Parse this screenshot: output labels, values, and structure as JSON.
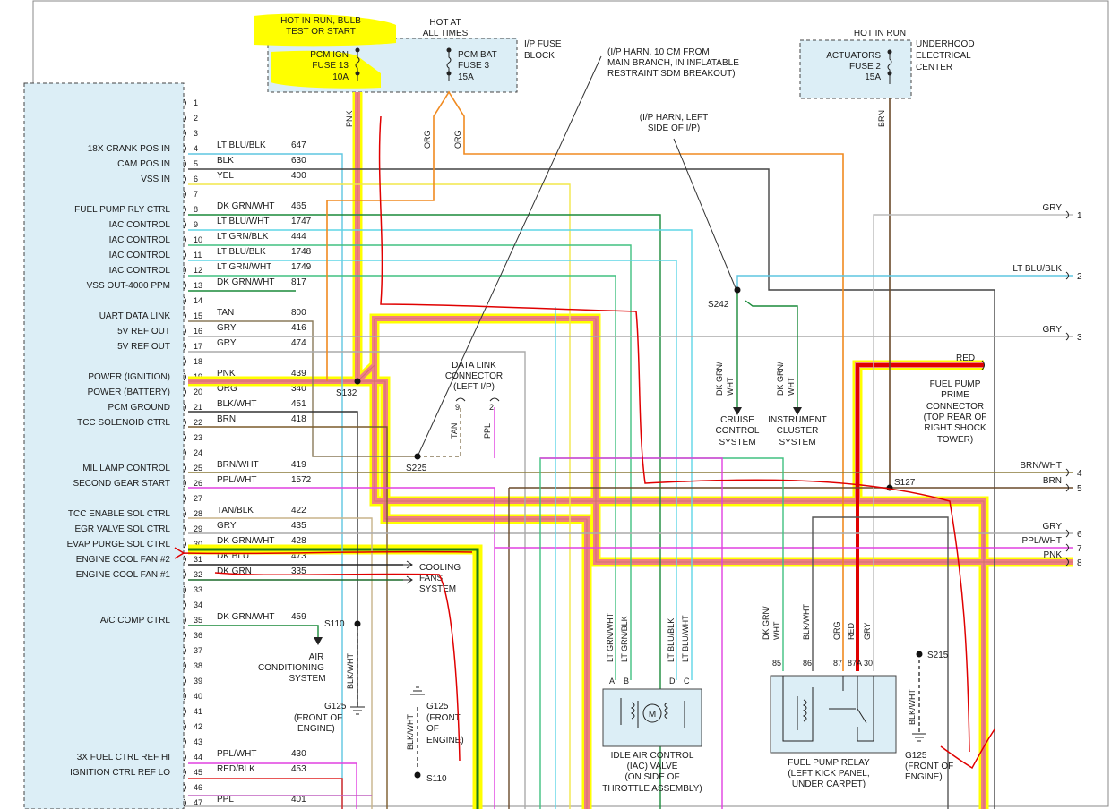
{
  "fuses": {
    "hot_run_bulb": [
      "HOT IN RUN, BULB",
      "TEST OR START"
    ],
    "hot_all": [
      "HOT AT",
      "ALL TIMES"
    ],
    "pcm_ign": [
      "PCM IGN",
      "FUSE 13",
      "10A"
    ],
    "pcm_bat": [
      "PCM BAT",
      "FUSE 3",
      "15A"
    ],
    "ip_block": [
      "I/P FUSE",
      "BLOCK"
    ],
    "hot_run": "HOT IN RUN",
    "actuators": [
      "ACTUATORS",
      "FUSE 2",
      "15A"
    ],
    "underhood": [
      "UNDERHOOD",
      "ELECTRICAL",
      "CENTER"
    ]
  },
  "ip_harness_note": [
    "(I/P HARN, 10 CM FROM",
    "MAIN BRANCH, IN INFLATABLE",
    "RESTRAINT SDM BREAKOUT)"
  ],
  "ip_harness_left": [
    "(I/P HARN, LEFT",
    "SIDE OF I/P)"
  ],
  "pcm_pins": [
    {
      "n": "1",
      "color": "",
      "circuit": "",
      "func": ""
    },
    {
      "n": "2",
      "color": "",
      "circuit": "",
      "func": ""
    },
    {
      "n": "3",
      "color": "",
      "circuit": "",
      "func": ""
    },
    {
      "n": "4",
      "color": "LT BLU/BLK",
      "circuit": "647",
      "func": "18X CRANK POS IN"
    },
    {
      "n": "5",
      "color": "BLK",
      "circuit": "630",
      "func": "CAM POS IN"
    },
    {
      "n": "6",
      "color": "YEL",
      "circuit": "400",
      "func": "VSS IN"
    },
    {
      "n": "7",
      "color": "",
      "circuit": "",
      "func": ""
    },
    {
      "n": "8",
      "color": "DK GRN/WHT",
      "circuit": "465",
      "func": "FUEL PUMP RLY CTRL"
    },
    {
      "n": "9",
      "color": "LT BLU/WHT",
      "circuit": "1747",
      "func": "IAC CONTROL"
    },
    {
      "n": "10",
      "color": "LT GRN/BLK",
      "circuit": "444",
      "func": "IAC CONTROL"
    },
    {
      "n": "11",
      "color": "LT BLU/BLK",
      "circuit": "1748",
      "func": "IAC CONTROL"
    },
    {
      "n": "12",
      "color": "LT GRN/WHT",
      "circuit": "1749",
      "func": "IAC CONTROL"
    },
    {
      "n": "13",
      "color": "DK GRN/WHT",
      "circuit": "817",
      "func": "VSS OUT-4000 PPM"
    },
    {
      "n": "14",
      "color": "",
      "circuit": "",
      "func": ""
    },
    {
      "n": "15",
      "color": "TAN",
      "circuit": "800",
      "func": "UART DATA LINK"
    },
    {
      "n": "16",
      "color": "GRY",
      "circuit": "416",
      "func": "5V REF OUT"
    },
    {
      "n": "17",
      "color": "GRY",
      "circuit": "474",
      "func": "5V REF OUT"
    },
    {
      "n": "18",
      "color": "",
      "circuit": "",
      "func": ""
    },
    {
      "n": "19",
      "color": "PNK",
      "circuit": "439",
      "func": "POWER (IGNITION)"
    },
    {
      "n": "20",
      "color": "ORG",
      "circuit": "340",
      "func": "POWER (BATTERY)"
    },
    {
      "n": "21",
      "color": "BLK/WHT",
      "circuit": "451",
      "func": "PCM GROUND"
    },
    {
      "n": "22",
      "color": "BRN",
      "circuit": "418",
      "func": "TCC SOLENOID CTRL"
    },
    {
      "n": "23",
      "color": "",
      "circuit": "",
      "func": ""
    },
    {
      "n": "24",
      "color": "",
      "circuit": "",
      "func": ""
    },
    {
      "n": "25",
      "color": "BRN/WHT",
      "circuit": "419",
      "func": "MIL LAMP CONTROL"
    },
    {
      "n": "26",
      "color": "PPL/WHT",
      "circuit": "1572",
      "func": "SECOND GEAR START"
    },
    {
      "n": "27",
      "color": "",
      "circuit": "",
      "func": ""
    },
    {
      "n": "28",
      "color": "TAN/BLK",
      "circuit": "422",
      "func": "TCC ENABLE SOL CTRL"
    },
    {
      "n": "29",
      "color": "GRY",
      "circuit": "435",
      "func": "EGR VALVE SOL CTRL"
    },
    {
      "n": "30",
      "color": "DK GRN/WHT",
      "circuit": "428",
      "func": "EVAP PURGE SOL CTRL"
    },
    {
      "n": "31",
      "color": "DK BLU",
      "circuit": "473",
      "func": "ENGINE COOL FAN #2"
    },
    {
      "n": "32",
      "color": "DK GRN",
      "circuit": "335",
      "func": "ENGINE COOL FAN #1"
    },
    {
      "n": "33",
      "color": "",
      "circuit": "",
      "func": ""
    },
    {
      "n": "34",
      "color": "",
      "circuit": "",
      "func": ""
    },
    {
      "n": "35",
      "color": "DK GRN/WHT",
      "circuit": "459",
      "func": "A/C COMP CTRL"
    },
    {
      "n": "36",
      "color": "",
      "circuit": "",
      "func": ""
    },
    {
      "n": "37",
      "color": "",
      "circuit": "",
      "func": ""
    },
    {
      "n": "38",
      "color": "",
      "circuit": "",
      "func": ""
    },
    {
      "n": "39",
      "color": "",
      "circuit": "",
      "func": ""
    },
    {
      "n": "40",
      "color": "",
      "circuit": "",
      "func": ""
    },
    {
      "n": "41",
      "color": "",
      "circuit": "",
      "func": ""
    },
    {
      "n": "42",
      "color": "",
      "circuit": "",
      "func": ""
    },
    {
      "n": "43",
      "color": "",
      "circuit": "",
      "func": ""
    },
    {
      "n": "44",
      "color": "PPL/WHT",
      "circuit": "430",
      "func": "3X FUEL CTRL REF HI"
    },
    {
      "n": "45",
      "color": "RED/BLK",
      "circuit": "453",
      "func": "IGNITION CTRL REF LO"
    },
    {
      "n": "46",
      "color": "",
      "circuit": "",
      "func": ""
    },
    {
      "n": "47",
      "color": "PPL",
      "circuit": "401",
      "func": ""
    }
  ],
  "wire_labels": {
    "pnk": "PNK",
    "org": "ORG",
    "brn": "BRN",
    "tan": "TAN",
    "ppl": "PPL",
    "dkgrnwht": [
      "DK GRN/",
      "WHT"
    ],
    "blkwht": "BLK/WHT",
    "ltgrnwht": "LT GRN/WHT",
    "ltgrnblk": "LT GRN/BLK",
    "ltblublk": "LT BLU/BLK",
    "ltbluwht": "LT BLU/WHT",
    "gry": "GRY",
    "red": "RED"
  },
  "splices": {
    "s132": "S132",
    "s225": "S225",
    "s242": "S242",
    "s127": "S127",
    "s110": "S110",
    "s215": "S215"
  },
  "dlc": [
    "DATA LINK",
    "CONNECTOR",
    "(LEFT I/P)"
  ],
  "dlc_pins": {
    "p9": "9",
    "p2": "2"
  },
  "cruise": [
    "CRUISE",
    "CONTROL",
    "SYSTEM"
  ],
  "cluster": [
    "INSTRUMENT",
    "CLUSTER",
    "SYSTEM"
  ],
  "fans": [
    "COOLING",
    "FANS",
    "SYSTEM"
  ],
  "ac": [
    "AIR",
    "CONDITIONING",
    "SYSTEM"
  ],
  "grounds": {
    "g125_a": [
      "G125",
      "(FRONT OF",
      "ENGINE)"
    ],
    "g125_b": [
      "G125",
      "(FRONT",
      "OF",
      "ENGINE)"
    ],
    "g125_c": [
      "G125",
      "(FRONT OF",
      "ENGINE)"
    ]
  },
  "iac": [
    "IDLE AIR CONTROL",
    "(IAC) VALVE",
    "(ON SIDE OF",
    "THROTTLE ASSEMBLY)"
  ],
  "iac_pins": {
    "a": "A",
    "b": "B",
    "d": "D",
    "c": "C"
  },
  "iac_motor": "M",
  "relay": [
    "FUEL PUMP RELAY",
    "(LEFT KICK PANEL,",
    "UNDER CARPET)"
  ],
  "relay_pins": {
    "p85": "85",
    "p86": "86",
    "p87": "87",
    "p87a": "87A",
    "p30": "30"
  },
  "prime": [
    "FUEL PUMP",
    "PRIME",
    "CONNECTOR",
    "(TOP REAR OF",
    "RIGHT SHOCK",
    "TOWER)"
  ],
  "right_conn": [
    {
      "n": "1",
      "label": "GRY"
    },
    {
      "n": "2",
      "label": "LT BLU/BLK"
    },
    {
      "n": "3",
      "label": "GRY"
    },
    {
      "n": "4",
      "label": "BRN/WHT"
    },
    {
      "n": "5",
      "label": "BRN"
    },
    {
      "n": "6",
      "label": "GRY"
    },
    {
      "n": "7",
      "label": "PPL/WHT"
    },
    {
      "n": "8",
      "label": "PNK"
    }
  ],
  "colors": {
    "highlight_yellow": "#ffff00",
    "highlight_pink": "#f08080",
    "annotation_red": "#e00000",
    "box_fill": "#dceef6"
  }
}
